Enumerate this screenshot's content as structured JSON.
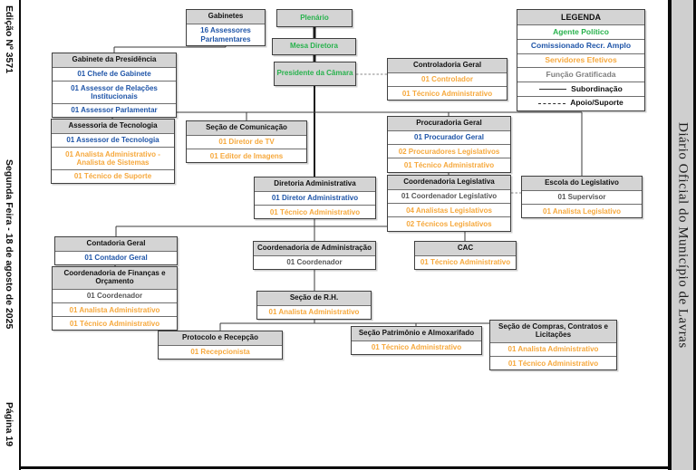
{
  "masthead": {
    "edition": "Edição Nº 3571",
    "date": "Segunda Feira - 18 de agosto de 2025",
    "page": "Página 19",
    "journal": "Diário Oficial do Município de Lavras"
  },
  "colors": {
    "agente_politico": "#28b24d",
    "comissionado_recr_amplo": "#1f55a8",
    "servidores_efetivos": "#f6a83c",
    "funcao_gratificada": "#7f7f7f",
    "box_header_bg": "#d4d4d4",
    "box_border": "#3f3f3f"
  },
  "legend": {
    "title": "LEGENDA",
    "agente_politico": "Agente Político",
    "comissionado": "Comissionado Recr. Amplo",
    "efetivos": "Servidores Efetivos",
    "gratificada": "Função Gratificada",
    "subordinacao": "Subordinação",
    "apoio": "Apoio/Suporte"
  },
  "org": {
    "gabinetes": {
      "title": "Gabinetes",
      "rows": [
        "16 Assessores Parlamentares"
      ]
    },
    "plenario": {
      "title": "Plenário"
    },
    "mesa_diretora": {
      "title": "Mesa Diretora"
    },
    "presidente": {
      "title": "Presidente da Câmara"
    },
    "gabinete_presidencia": {
      "title": "Gabinete da Presidência",
      "rows": [
        "01 Chefe de Gabinete",
        "01 Assessor de Relações Institucionais",
        "01 Assessor Parlamentar"
      ]
    },
    "controladoria": {
      "title": "Controladoria Geral",
      "rows": [
        "01 Controlador",
        "01 Técnico Administrativo"
      ]
    },
    "assessoria_tecnologia": {
      "title": "Assessoria de Tecnologia",
      "rows": [
        "01 Assessor de Tecnologia",
        "01 Analista Administrativo - Analista de Sistemas",
        "01 Técnico de Suporte"
      ]
    },
    "secao_comunicacao": {
      "title": "Seção de Comunicação",
      "rows": [
        "01 Diretor de TV",
        "01 Editor de Imagens"
      ]
    },
    "procuradoria": {
      "title": "Procuradoria Geral",
      "rows": [
        "01 Procurador Geral",
        "02 Procuradores Legislativos",
        "01 Técnico Administrativo"
      ]
    },
    "coordenadoria_legislativa": {
      "title": "Coordenadoria Legislativa",
      "rows": [
        "01 Coordenador Legislativo",
        "04 Analistas Legislativos",
        "02 Técnicos Legislativos"
      ]
    },
    "escola_legislativo": {
      "title": "Escola do Legislativo",
      "rows": [
        "01 Supervisor",
        "01 Analista Legislativo"
      ]
    },
    "diretoria_administrativa": {
      "title": "Diretoria Administrativa",
      "rows": [
        "01 Diretor Administrativo",
        "01 Técnico Administrativo"
      ]
    },
    "contadoria": {
      "title": "Contadoria Geral",
      "rows": [
        "01 Contador Geral"
      ]
    },
    "coordenadoria_financas": {
      "title": "Coordenadoria de Finanças e Orçamento",
      "rows": [
        "01 Coordenador",
        "01 Analista Administrativo",
        "01 Técnico Administrativo"
      ]
    },
    "coordenadoria_administracao": {
      "title": "Coordenadoria de Administração",
      "rows": [
        "01 Coordenador"
      ]
    },
    "cac": {
      "title": "CAC",
      "rows": [
        "01 Técnico Administrativo"
      ]
    },
    "secao_rh": {
      "title": "Seção de R.H.",
      "rows": [
        "01 Analista Administrativo"
      ]
    },
    "protocolo": {
      "title": "Protocolo e Recepção",
      "rows": [
        "01 Recepcionista"
      ]
    },
    "patrimonio": {
      "title": "Seção Patrimônio e Almoxarifado",
      "rows": [
        "01 Técnico Administrativo"
      ]
    },
    "compras": {
      "title": "Seção de Compras, Contratos e Licitações",
      "rows": [
        "01 Analista Administrativo",
        "01 Técnico Administrativo"
      ]
    }
  }
}
